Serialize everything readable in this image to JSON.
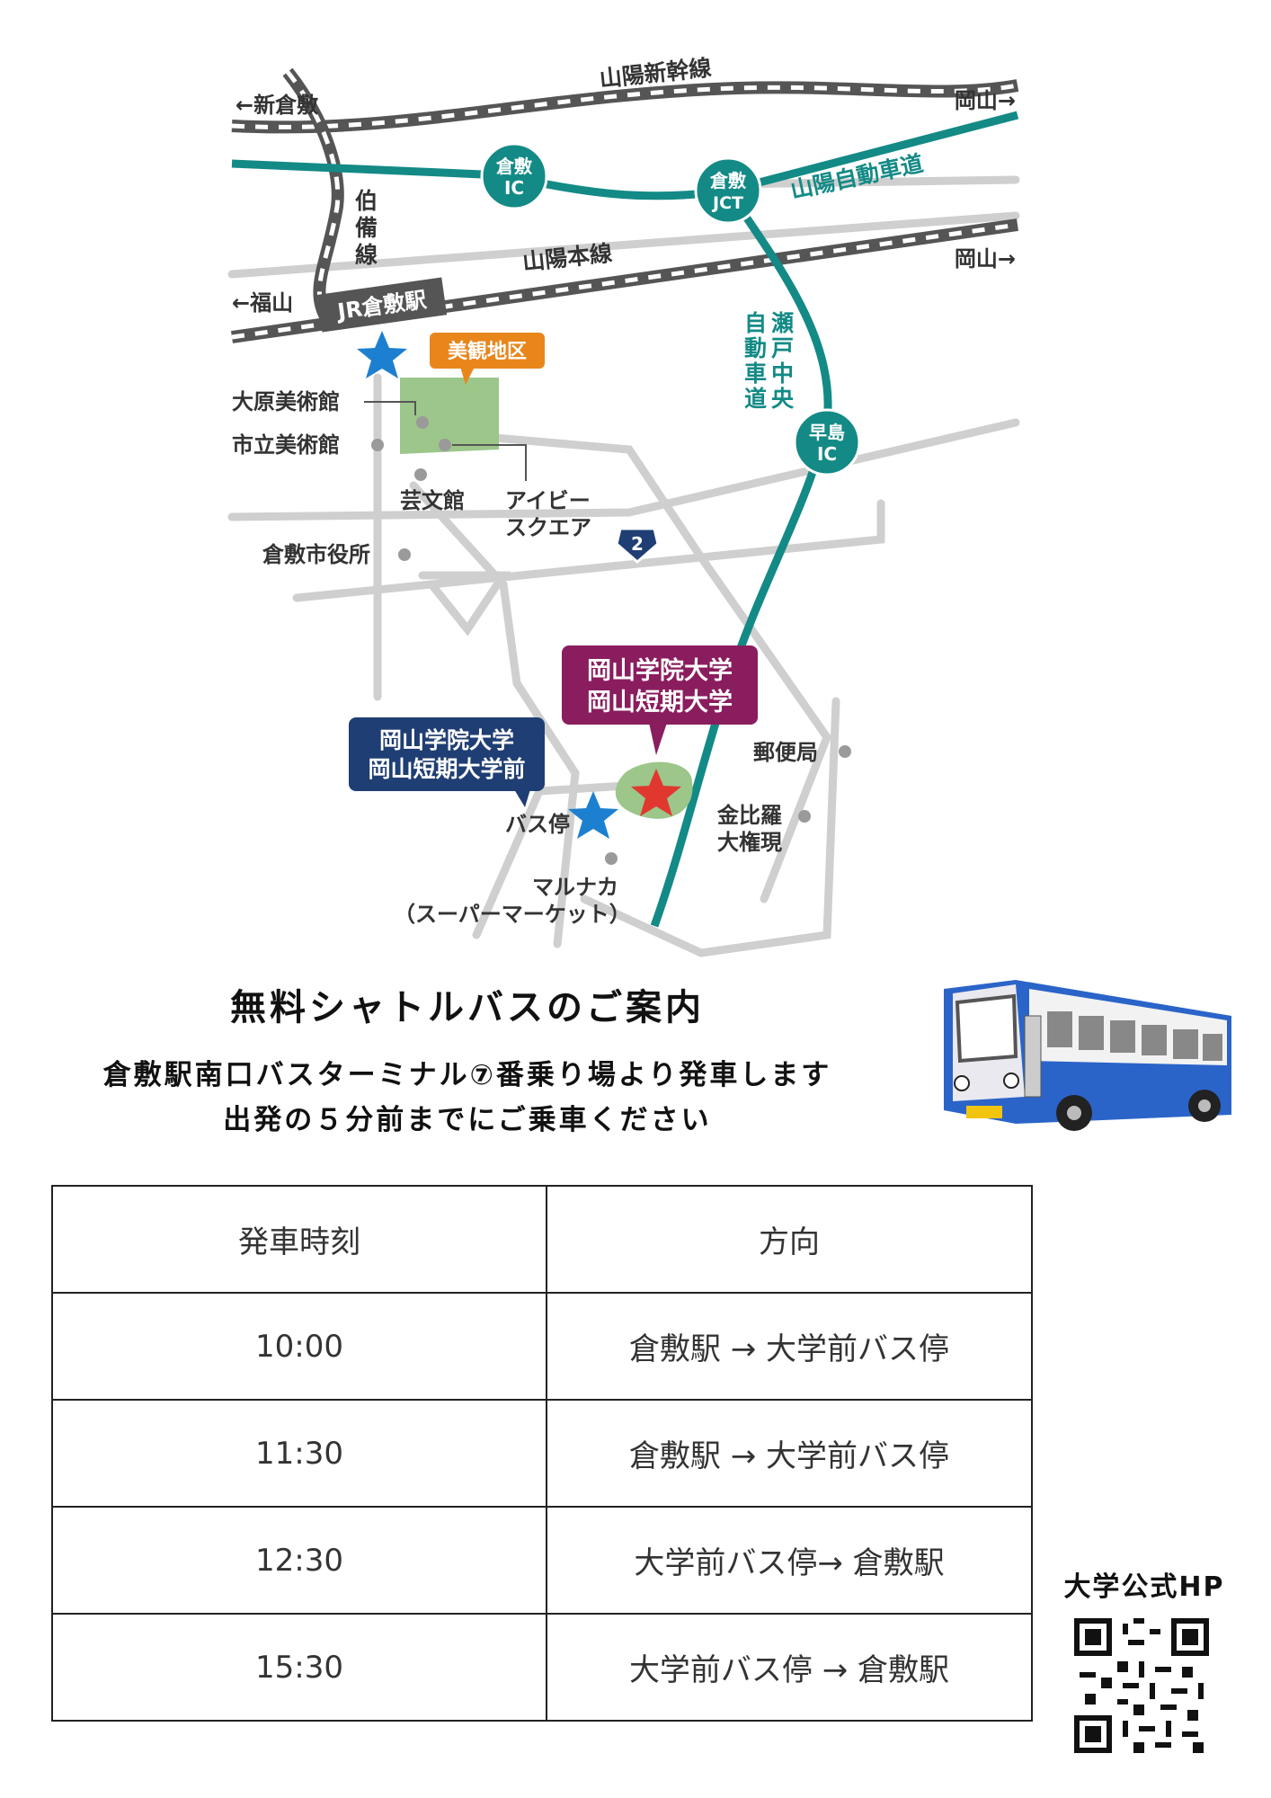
{
  "map": {
    "lines": {
      "shinkansen": "山陽新幹線",
      "sanyo_main": "山陽本線",
      "hakubi": [
        "伯",
        "備",
        "線"
      ],
      "expressway": "山陽自動車道",
      "seto_chuo": [
        "瀬",
        "戸",
        "中",
        "央"
      ],
      "seto_chuo2": [
        "自",
        "動",
        "車",
        "道"
      ]
    },
    "directions": {
      "shinkurashiki": "←新倉敷",
      "okayama_top": "岡山→",
      "okayama_mid": "岡山→",
      "fukuyama": "←福山"
    },
    "ics": {
      "kurashiki_ic": [
        "倉敷",
        "IC"
      ],
      "kurashiki_jct": [
        "倉敷",
        "JCT"
      ],
      "hayashima_ic": [
        "早島",
        "IC"
      ]
    },
    "station": "JR倉敷駅",
    "bikan_area": "美観地区",
    "route_no": "2",
    "places": {
      "ohara": "大原美術館",
      "shiritsu": "市立美術館",
      "geibun": "芸文館",
      "ivy": [
        "アイビー",
        "スクエア"
      ],
      "city_hall": "倉敷市役所",
      "post": "郵便局",
      "konpira": [
        "金比羅",
        "大権現"
      ],
      "marunaka": [
        "マルナカ",
        "（スーパーマーケット）"
      ],
      "bus_stop": "バス停"
    },
    "university": [
      "岡山学院大学",
      "岡山短期大学"
    ],
    "bus_stop_callout": [
      "岡山学院大学",
      "岡山短期大学前"
    ],
    "colors": {
      "teal": "#138a86",
      "purple": "#8a1d5e",
      "navy": "#1f3e73",
      "orange": "#e8861c",
      "green": "#9cc68a",
      "star_blue": "#1d7fcf",
      "star_red": "#e0382f"
    }
  },
  "notice": {
    "title": "無料シャトルバスのご案内",
    "line1": "倉敷駅南口バスターミナル⑦番乗り場より発車します",
    "line2": "出発の５分前までにご乗車ください"
  },
  "timetable": {
    "headers": [
      "発車時刻",
      "方向"
    ],
    "rows": [
      [
        "10:00",
        "倉敷駅 → 大学前バス停"
      ],
      [
        "11:30",
        "倉敷駅 → 大学前バス停"
      ],
      [
        "12:30",
        "大学前バス停→ 倉敷駅"
      ],
      [
        "15:30",
        "大学前バス停 → 倉敷駅"
      ]
    ]
  },
  "hp_label": "大学公式HP"
}
